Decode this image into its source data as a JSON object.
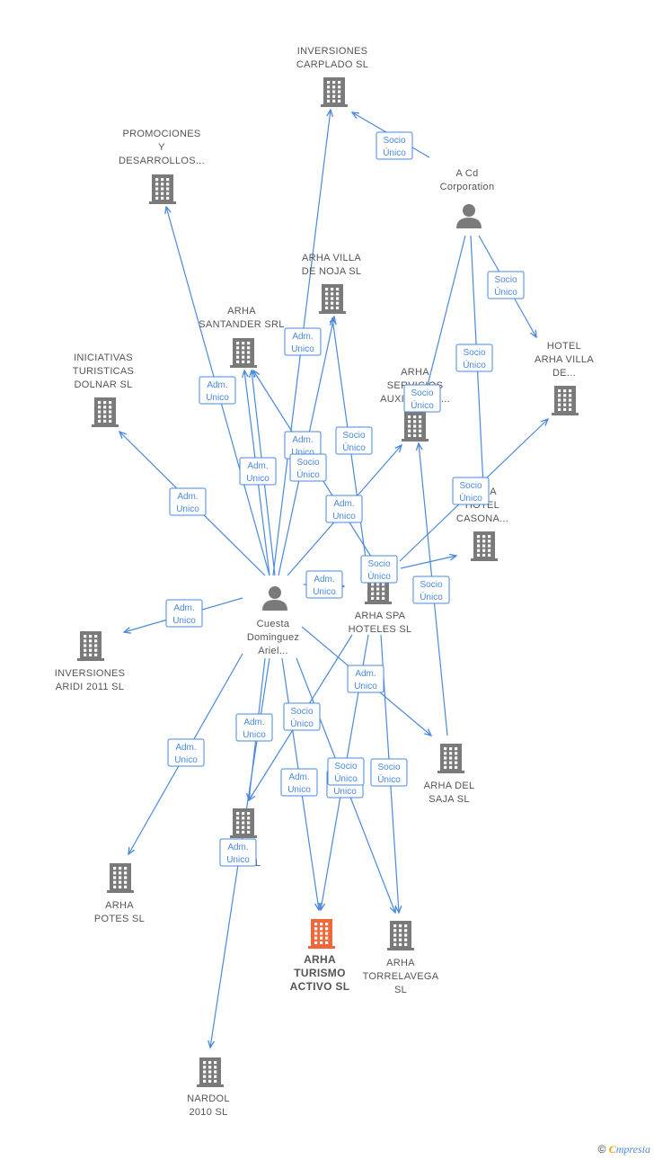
{
  "colors": {
    "edge": "#4a89dc",
    "node": "#7a7a7a",
    "focus": "#f0683a"
  },
  "nodes": {
    "carplado": {
      "lines": [
        "INVERSIONES",
        "CARPLADO  SL"
      ],
      "kind": "company"
    },
    "promociones": {
      "lines": [
        "PROMOCIONES",
        "Y",
        "DESARROLLOS..."
      ],
      "kind": "company"
    },
    "acd": {
      "lines": [
        "A Cd",
        "Corporation"
      ],
      "kind": "person"
    },
    "nojasl": {
      "lines": [
        "ARHA VILLA",
        "DE NOJA  SL"
      ],
      "kind": "company"
    },
    "santander": {
      "lines": [
        "ARHA",
        "SANTANDER SRL"
      ],
      "kind": "company"
    },
    "hotelnoja": {
      "lines": [
        "HOTEL",
        "ARHA VILLA",
        "DE..."
      ],
      "kind": "company"
    },
    "iniciativas": {
      "lines": [
        "INICIATIVAS",
        "TURISTICAS",
        "DOLNAR SL"
      ],
      "kind": "company"
    },
    "servicios": {
      "lines": [
        "ARHA",
        "SERVICIOS",
        "AUXILIARES..."
      ],
      "kind": "company"
    },
    "casona": {
      "lines": [
        "ARHA",
        "HOTEL",
        "CASONA..."
      ],
      "kind": "company"
    },
    "cuesta": {
      "lines": [
        "Cuesta",
        "Dominguez",
        "Ariel..."
      ],
      "kind": "person"
    },
    "spa": {
      "lines": [
        "ARHA SPA",
        "HOTELES SL"
      ],
      "kind": "company"
    },
    "aridi": {
      "lines": [
        "INVERSIONES",
        "ARIDI 2011 SL"
      ],
      "kind": "company"
    },
    "saja": {
      "lines": [
        "ARHA DEL",
        "SAJA SL"
      ],
      "kind": "company"
    },
    "sa": {
      "lines": [
        "SA...  SL"
      ],
      "kind": "company"
    },
    "potes": {
      "lines": [
        "ARHA",
        "POTES SL"
      ],
      "kind": "company"
    },
    "turismo": {
      "lines": [
        "ARHA",
        "TURISMO",
        "ACTIVO  SL"
      ],
      "kind": "focus"
    },
    "torrelavega": {
      "lines": [
        "ARHA",
        "TORRELAVEGA",
        "SL"
      ],
      "kind": "company"
    },
    "nardol": {
      "lines": [
        "NARDOL",
        "2010  SL"
      ],
      "kind": "company"
    }
  },
  "edge_labels": {
    "adm": [
      "Adm.",
      "Unico"
    ],
    "socio": [
      "Socio",
      "Único"
    ]
  },
  "edges": [
    {
      "from": "acd",
      "to": "carplado",
      "label": "socio"
    },
    {
      "from": "acd",
      "to": "hotelnoja",
      "label": "socio"
    },
    {
      "from": "acd",
      "to": "servicios",
      "label": "socio"
    },
    {
      "from": "acd",
      "to": "casona",
      "label": "socio"
    },
    {
      "from": "cuesta",
      "to": "carplado",
      "label": "adm"
    },
    {
      "from": "cuesta",
      "to": "promociones",
      "label": "adm"
    },
    {
      "from": "cuesta",
      "to": "nojasl",
      "label": "adm"
    },
    {
      "from": "cuesta",
      "to": "santander",
      "label": "adm"
    },
    {
      "from": "cuesta",
      "to": "santander",
      "label": "adm"
    },
    {
      "from": "cuesta",
      "to": "iniciativas",
      "label": "adm"
    },
    {
      "from": "cuesta",
      "to": "servicios",
      "label": "adm"
    },
    {
      "from": "cuesta",
      "to": "spa",
      "label": "adm"
    },
    {
      "from": "cuesta",
      "to": "aridi",
      "label": "adm"
    },
    {
      "from": "cuesta",
      "to": "saja",
      "label": "adm"
    },
    {
      "from": "cuesta",
      "to": "sa",
      "label": "adm"
    },
    {
      "from": "cuesta",
      "to": "potes",
      "label": "adm"
    },
    {
      "from": "cuesta",
      "to": "turismo",
      "label": "adm"
    },
    {
      "from": "cuesta",
      "to": "torrelavega",
      "label": "adm"
    },
    {
      "from": "cuesta",
      "to": "nardol",
      "label": "adm"
    },
    {
      "from": "spa",
      "to": "nojasl",
      "label": "socio"
    },
    {
      "from": "spa",
      "to": "santander",
      "label": "socio"
    },
    {
      "from": "spa",
      "to": "hotelnoja",
      "label": "socio"
    },
    {
      "from": "spa",
      "to": "casona",
      "label": "socio"
    },
    {
      "from": "spa",
      "to": "sa",
      "label": "socio"
    },
    {
      "from": "spa",
      "to": "turismo",
      "label": "socio"
    },
    {
      "from": "spa",
      "to": "torrelavega",
      "label": "socio"
    },
    {
      "from": "saja",
      "to": "servicios",
      "label": "socio"
    }
  ],
  "footer": {
    "copyright": "©",
    "brand_e": "C",
    "brand_rest": "mpresia"
  }
}
